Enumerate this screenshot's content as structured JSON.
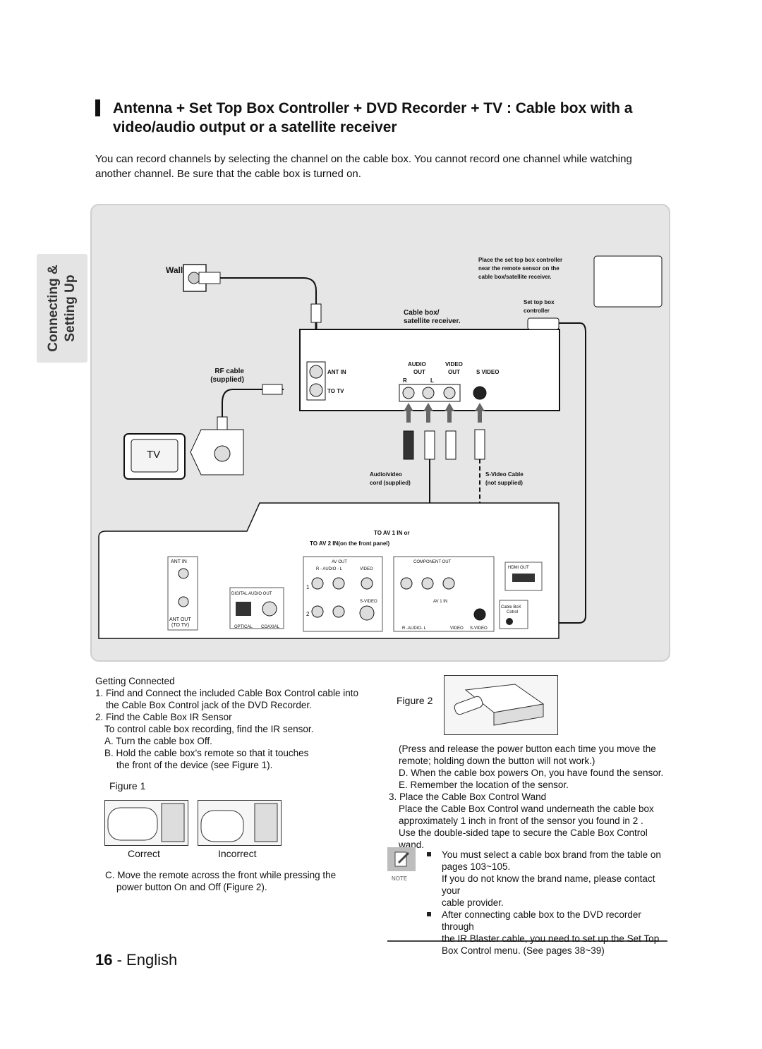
{
  "heading": {
    "title_line1": "Antenna + Set Top Box Controller + DVD Recorder + TV : Cable box with a",
    "title_line2": "video/audio output or a satellite receiver"
  },
  "intro": {
    "line1": "You can record channels by selecting the channel on the cable box. You cannot record one channel while watching",
    "line2": "another channel. Be sure that the cable box is turned on."
  },
  "side_tab": {
    "line1": "Connecting &",
    "line2": "Setting Up"
  },
  "diagram": {
    "wall": "Wall",
    "rf_cable_1": "RF cable",
    "rf_cable_2": "(supplied)",
    "tv": "TV",
    "cable_box_1": "Cable box/",
    "cable_box_2": "satellite receiver.",
    "ant_in": "ANT IN",
    "to_tv": "TO TV",
    "audio": "AUDIO",
    "out1": "OUT",
    "video": "VIDEO",
    "out2": "OUT",
    "s_video": "S VIDEO",
    "r": "R",
    "l": "L",
    "place_1": "Place the set top box controller",
    "place_2": "near the remote sensor on the",
    "place_3": "cable box/satellite receiver.",
    "stb_1": "Set top box",
    "stb_2": "controller",
    "av_cord_1": "Audio/video",
    "av_cord_2": "cord (supplied)",
    "svideo_cable_1": "S-Video Cable",
    "svideo_cable_2": "(not supplied)",
    "to_av1": "TO AV 1 IN or",
    "to_av2": "TO AV 2 IN(on the front panel)",
    "rear_ant_in": "ANT IN",
    "rear_ant_out": "ANT OUT",
    "rear_to_tv": "(TO TV)",
    "digital_audio_out": "DIGITAL AUDIO OUT",
    "optical": "OPTICAL",
    "coaxial": "COAXIAL",
    "av_out": "AV OUT",
    "audio_rl": "R - AUDIO - L",
    "video_small": "VIDEO",
    "s_video_small": "S-VIDEO",
    "component_out": "COMPONENT OUT",
    "av1_in": "AV 1 IN",
    "hdmi_out": "HDMI OUT",
    "cablebox_ctrl_1": "Cable BoX",
    "cablebox_ctrl_2": "Cotrol",
    "num1": "1",
    "num2": "2",
    "bottom_audio": "R -AUDIO- L",
    "bottom_video": "VIDEO",
    "bottom_svideo": "S-VIDEO"
  },
  "left_col": {
    "getting_connected": "Getting Connected",
    "s1a": "1. Find and Connect the included Cable Box Control cable into",
    "s1b": "the Cable Box Control jack of the DVD Recorder.",
    "s2": "2. Find the Cable Box IR Sensor",
    "s2a": "To control cable box recording, find the IR sensor.",
    "sA": "A. Turn the cable box Off.",
    "sBa": "B. Hold the cable box’s remote so that it touches",
    "sBb": "the front of the device (see Figure 1).",
    "figure1": "Figure 1",
    "correct": "Correct",
    "incorrect": "Incorrect",
    "sCa": "C. Move the remote across the front while pressing the",
    "sCb": "power button On and Off (Figure 2)."
  },
  "right_col": {
    "figure2": "Figure 2",
    "p1": "(Press and release the power button each time you move the",
    "p2": "remote; holding down the button will not work.)",
    "sD": "D. When the cable box powers On, you have found the sensor.",
    "sE": "E. Remember the location of the sensor.",
    "s3": "3. Place the Cable Box Control Wand",
    "s3a": "Place the Cable Box Control wand underneath the cable box",
    "s3b": "approximately 1 inch in front of the sensor you found in 2 .",
    "s3c": "Use the double-sided tape to secure the Cable Box Control wand.",
    "note_label": "NOTE",
    "n1a": "You must select a cable box brand from the table on",
    "n1b": "pages 103~105.",
    "n1c": "If you do not know the brand name, please contact your",
    "n1d": "cable provider.",
    "n2a": "After connecting cable box to the DVD recorder through",
    "n2b": "the IR Blaster cable, you need to set up the Set Top",
    "n2c": "Box Control menu. (See pages 38~39)"
  },
  "footer": {
    "page_number": "16",
    "language": "- English"
  }
}
